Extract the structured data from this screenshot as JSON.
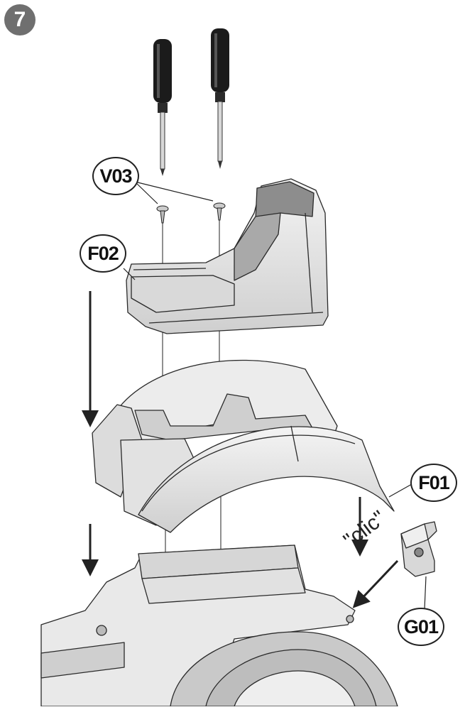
{
  "step": {
    "number": "7"
  },
  "labels": {
    "v03": "V03",
    "f02": "F02",
    "f01": "F01",
    "g01": "G01"
  },
  "annotation": {
    "clic": "\"clic\""
  },
  "colors": {
    "badge": "#6f6f6f",
    "part_fill": "#e4e4e4",
    "part_dark": "#9a9a9a",
    "stroke": "#2a2a2a"
  },
  "icons": [
    "screwdriver-icon",
    "screw-icon",
    "arrow-down-icon"
  ]
}
